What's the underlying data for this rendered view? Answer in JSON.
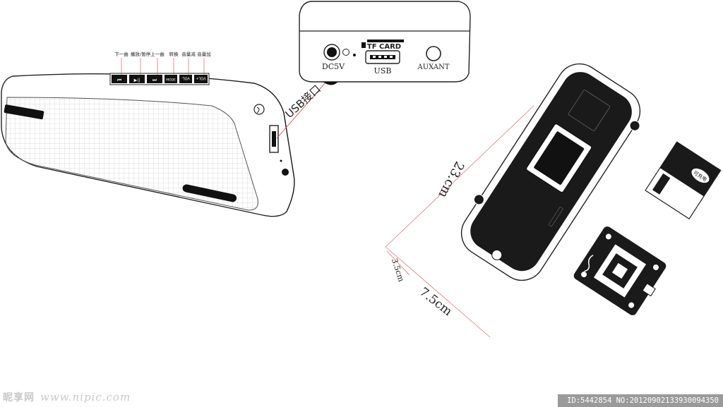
{
  "button_labels": [
    "下一曲",
    "播放/暂停",
    "上一曲",
    "转换",
    "音量减",
    "音量加"
  ],
  "button_icons": [
    "⏮",
    "▶||",
    "⏭",
    "MODE",
    "VOL-",
    "VOL+"
  ],
  "usb_callout": "USB接口",
  "port_panel": {
    "tf_card": "TF CARD",
    "dc": "DC5V",
    "usb": "USB",
    "aux": "AUXANT"
  },
  "dimensions": {
    "length": "23.cm",
    "depth": "3.5cm",
    "width": "7.5cm"
  },
  "battery_label": "可充电",
  "watermark": {
    "site": "昵享网",
    "url": "www.nipic.com",
    "id_text": "ID:5442854 NO:20120902133930094350"
  },
  "colors": {
    "body_fill": "#1a1a1a",
    "outline": "#222222",
    "dimension_line": "#d87a7a",
    "grid": "#cfcfcf"
  }
}
